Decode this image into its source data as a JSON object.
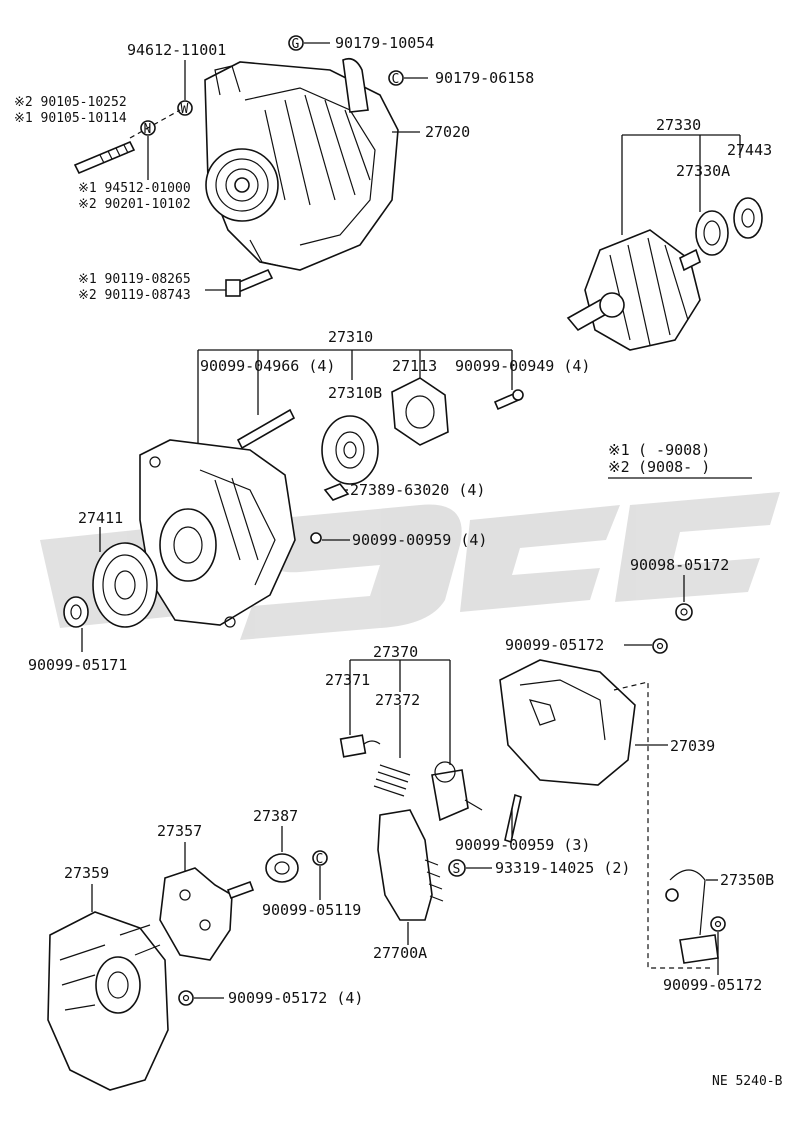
{
  "diagram": {
    "watermark_color": "#c8c8c8",
    "ink_color": "#111111",
    "legend": {
      "row1_mark": "※1",
      "row1_range": "(      -9008)",
      "row2_mark": "※2",
      "row2_range": "(9008-       )"
    },
    "figure_code": "NE 5240-B",
    "callouts": {
      "c94612": "94612-11001",
      "c90179_10054": "90179-10054",
      "c90179_06158": "90179-06158",
      "c27020": "27020",
      "c90105_10252": "※2 90105-10252",
      "c90105_10114": "※1 90105-10114",
      "c94512": "※1 94512-01000",
      "c90201": "※2 90201-10102",
      "c90119_08265": "※1 90119-08265",
      "c90119_08743": "※2 90119-08743",
      "c27330": "27330",
      "c27443": "27443",
      "c27330A": "27330A",
      "c27310": "27310",
      "c90099_04966": "90099-04966 (4)",
      "c27113": "27113",
      "c90099_00949": "90099-00949 (4)",
      "c27310B": "27310B",
      "c27389": "27389-63020 (4)",
      "c27411": "27411",
      "c90099_00959_4": "90099-00959 (4)",
      "c90098_05172": "90098-05172",
      "c90099_05171": "90099-05171",
      "c27370": "27370",
      "c90099_05172_a": "90099-05172",
      "c27371": "27371",
      "c27372": "27372",
      "c27039": "27039",
      "c90099_00959_3": "90099-00959 (3)",
      "c27357": "27357",
      "c27387": "27387",
      "c27359": "27359",
      "c93319": "93319-14025 (2)",
      "c27350B": "27350B",
      "c90099_05119": "90099-05119",
      "c27700A": "27700A",
      "c90099_05172_4": "90099-05172 (4)",
      "c90099_05172_b": "90099-05172"
    },
    "symbols": {
      "washer_w": "W",
      "washer_n": "N",
      "nut_g": "G",
      "nut_c": "C",
      "screw_s": "S",
      "nut_cc": "C"
    }
  }
}
